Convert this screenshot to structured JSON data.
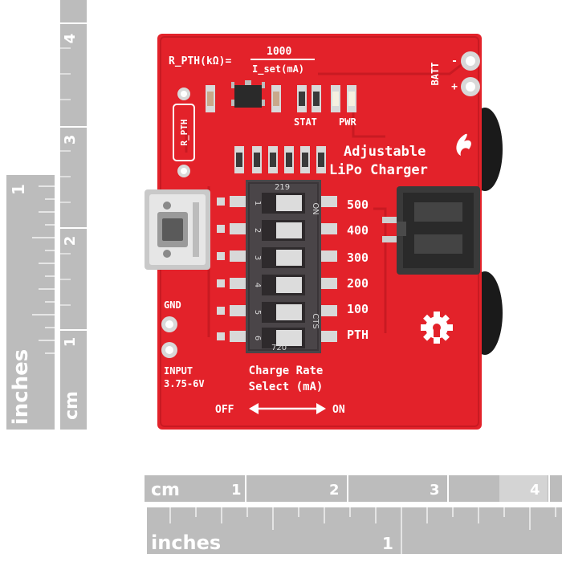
{
  "rulers": {
    "vertical_inches": {
      "unit": "inches",
      "numbers": [
        "1"
      ]
    },
    "vertical_cm": {
      "unit": "cm",
      "numbers": [
        "1",
        "2",
        "3",
        "4"
      ]
    },
    "horizontal_cm": {
      "unit": "cm",
      "numbers": [
        "1",
        "2",
        "3",
        "4"
      ]
    },
    "horizontal_inches": {
      "unit": "inches",
      "numbers": [
        "1"
      ]
    }
  },
  "board": {
    "formula": {
      "lhs": "R_PTH(kΩ)=",
      "numerator": "1000",
      "denominator": "I_set(mA)"
    },
    "batt": {
      "label": "BATT",
      "minus": "-",
      "plus": "+"
    },
    "stat_label": "STAT",
    "pwr_label": "PWR",
    "rpth_label": "R_PTH",
    "title_line1": "Adjustable",
    "title_line2": "LiPo Charger",
    "dip_switch": {
      "part_top": "219",
      "part_bottom": "720",
      "on_label": "ON",
      "cts_label": "CTS",
      "numbers": [
        "1",
        "2",
        "3",
        "4",
        "5",
        "6"
      ]
    },
    "rates": [
      "500",
      "400",
      "300",
      "200",
      "100",
      "PTH"
    ],
    "gnd_label": "GND",
    "input_label": "INPUT",
    "input_range": "3.75-6V",
    "charge_line1": "Charge Rate",
    "charge_line2": "Select (mA)",
    "off_label": "OFF",
    "on_label": "ON"
  },
  "colors": {
    "pcb": "#e3222a",
    "pcb_dark": "#c81a22",
    "silk": "#ffffff",
    "ruler": "#bcbcbc",
    "dip": "#4a4548"
  }
}
